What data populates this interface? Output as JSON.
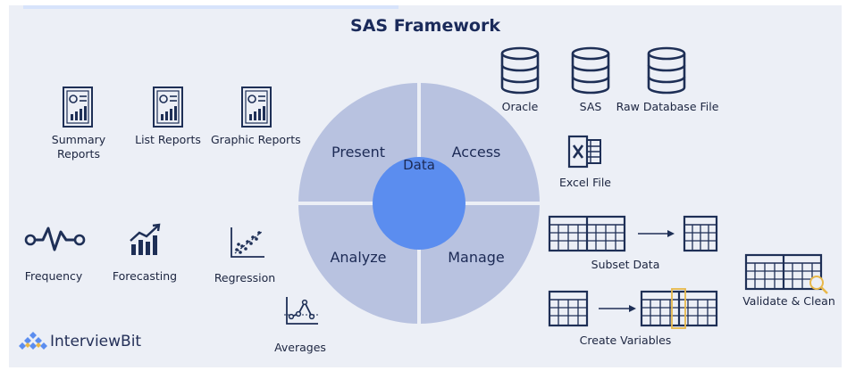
{
  "title": "SAS Framework",
  "wheel": {
    "center": "Data",
    "present": "Present",
    "access": "Access",
    "analyze": "Analyze",
    "manage": "Manage"
  },
  "reports": {
    "summary": "Summary Reports",
    "list": "List Reports",
    "graphic": "Graphic Reports"
  },
  "analysis": {
    "frequency": "Frequency",
    "forecasting": "Forecasting",
    "regression": "Regression",
    "averages": "Averages"
  },
  "sources": {
    "oracle": "Oracle",
    "sas": "SAS",
    "raw": "Raw Database File",
    "excel": "Excel File"
  },
  "manage": {
    "subset": "Subset Data",
    "create": "Create Variables",
    "validate": "Validate & Clean"
  },
  "brand": "InterviewBit",
  "colors": {
    "background": "#eceff6",
    "wheel_outer": "#b8c2e0",
    "wheel_center": "#5b8def",
    "icon": "#1e2f56",
    "highlight": "#e8b84a"
  }
}
